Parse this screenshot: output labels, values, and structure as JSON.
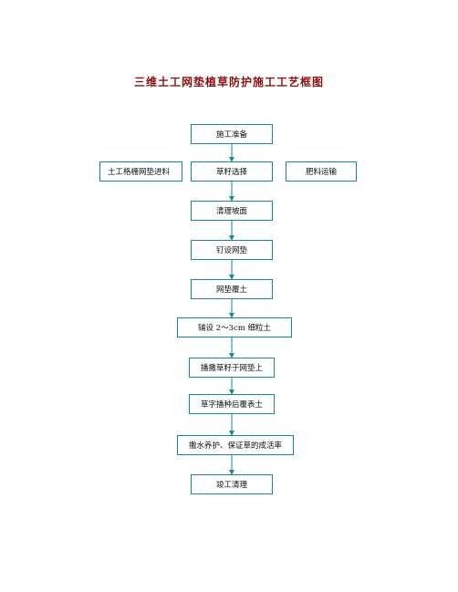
{
  "title": "三维土工网垫植草防护施工工艺框图",
  "steps": {
    "prep": "施工准备",
    "material_left": "土工格栅网垫进料",
    "seed_select": "草籽选择",
    "material_right": "肥料运输",
    "slope_clean": "清理坡面",
    "nail_mat": "钉设网垫",
    "cover_soil": "网垫覆土",
    "fine_soil": "铺设 2～3cm 细粒土",
    "sow_seed": "播撒草籽于网垫上",
    "cover_surface": "草字播种后覆表土",
    "water_care": "撒水养护、保证草的成活率",
    "cleanup": "竣工清理"
  },
  "colors": {
    "title": "#8b1010",
    "border": "#1a8a8a",
    "arrow": "#1a8a8a"
  }
}
